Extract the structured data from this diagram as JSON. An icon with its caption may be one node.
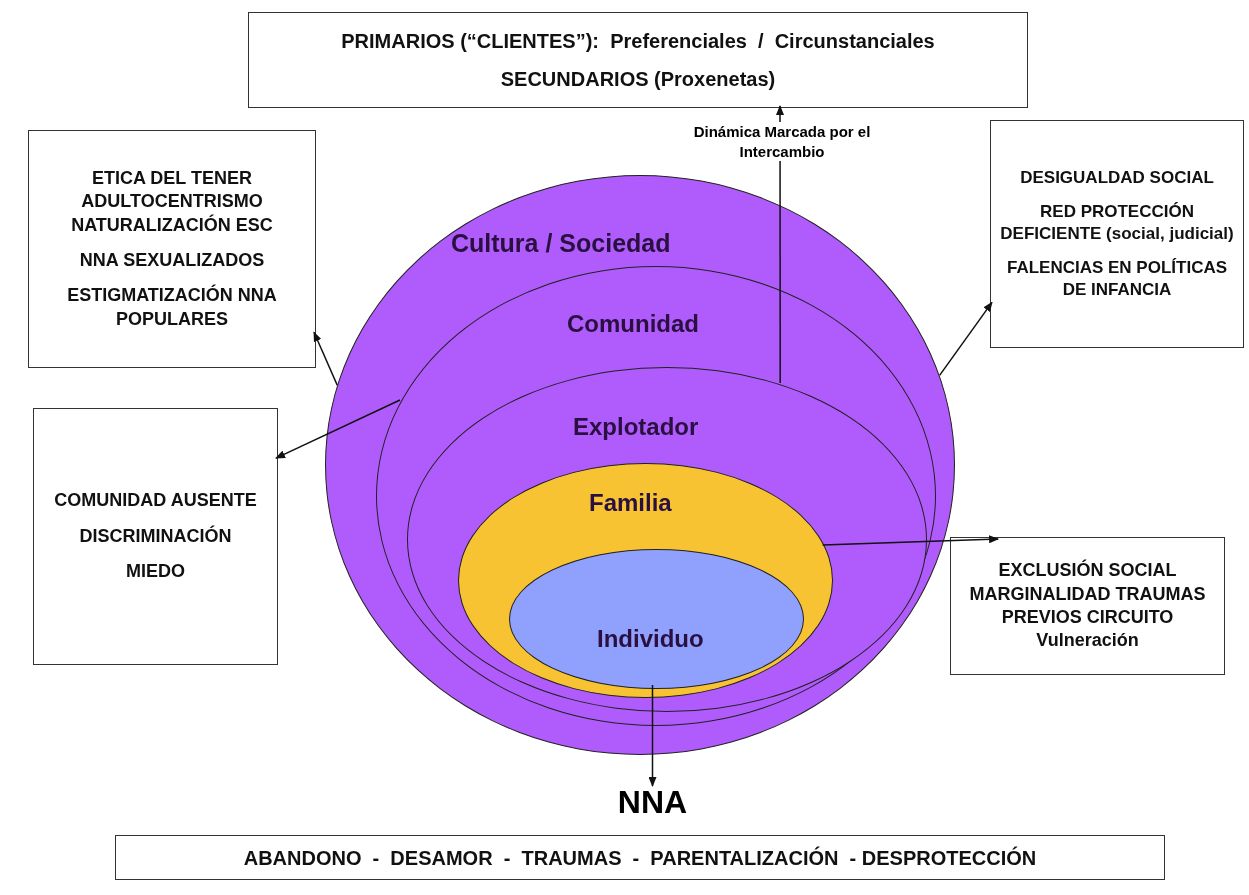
{
  "diagram": {
    "nodes": [
      {
        "text": [
          "PRIMARIOS (“CLIENTES”):  Preferenciales  /  Circunstanciales",
          "SECUNDARIOS (Proxenetas)"
        ]
      },
      {
        "text": [
          "ETICA DEL TENER ADULTOCENTRISMO NATURALIZACIÓN ESC",
          "NNA SEXUALIZADOS",
          "ESTIGMATIZACIÓN NNA POPULARES"
        ]
      },
      {
        "text": [
          "DESIGUALDAD SOCIAL",
          "RED PROTECCIÓN DEFICIENTE (social, judicial)",
          "FALENCIAS EN POLÍTICAS DE INFANCIA"
        ]
      },
      {
        "text": [
          "Cultura / Sociedad"
        ]
      },
      {
        "text": [
          "Comunidad"
        ],
        "in": 3
      },
      {
        "text": [
          "Explotador"
        ],
        "in": 4
      },
      {
        "text": [
          "Familia"
        ],
        "in": 5
      },
      {
        "text": [
          "Individuo"
        ],
        "in": 6
      },
      {
        "text": [
          "COMUNIDAD AUSENTE",
          "DISCRIMINACIÓN",
          "MIEDO"
        ]
      },
      {
        "text": [
          "EXCLUSIÓN SOCIAL MARGINALIDAD TRAUMAS PREVIOS CIRCUITO Vulneración"
        ]
      },
      {
        "text": [
          "NNA"
        ]
      },
      {
        "text": [
          "ABANDONO  -  DESAMOR  -  TRAUMAS  -  PARENTALIZACIÓN  - DESPROTECCIÓN"
        ]
      }
    ],
    "edges": [
      {
        "from": 5,
        "to": 0,
        "arrow": "to",
        "label": "Dinámica Marcada por el Intercambio"
      },
      {
        "from": 3,
        "to": 1,
        "arrow": "to"
      },
      {
        "from": 3,
        "to": 2,
        "arrow": "to"
      },
      {
        "from": 4,
        "to": 8,
        "arrow": "to"
      },
      {
        "from": 6,
        "to": 9,
        "arrow": "to"
      },
      {
        "from": 7,
        "to": 10,
        "arrow": "to"
      }
    ]
  }
}
